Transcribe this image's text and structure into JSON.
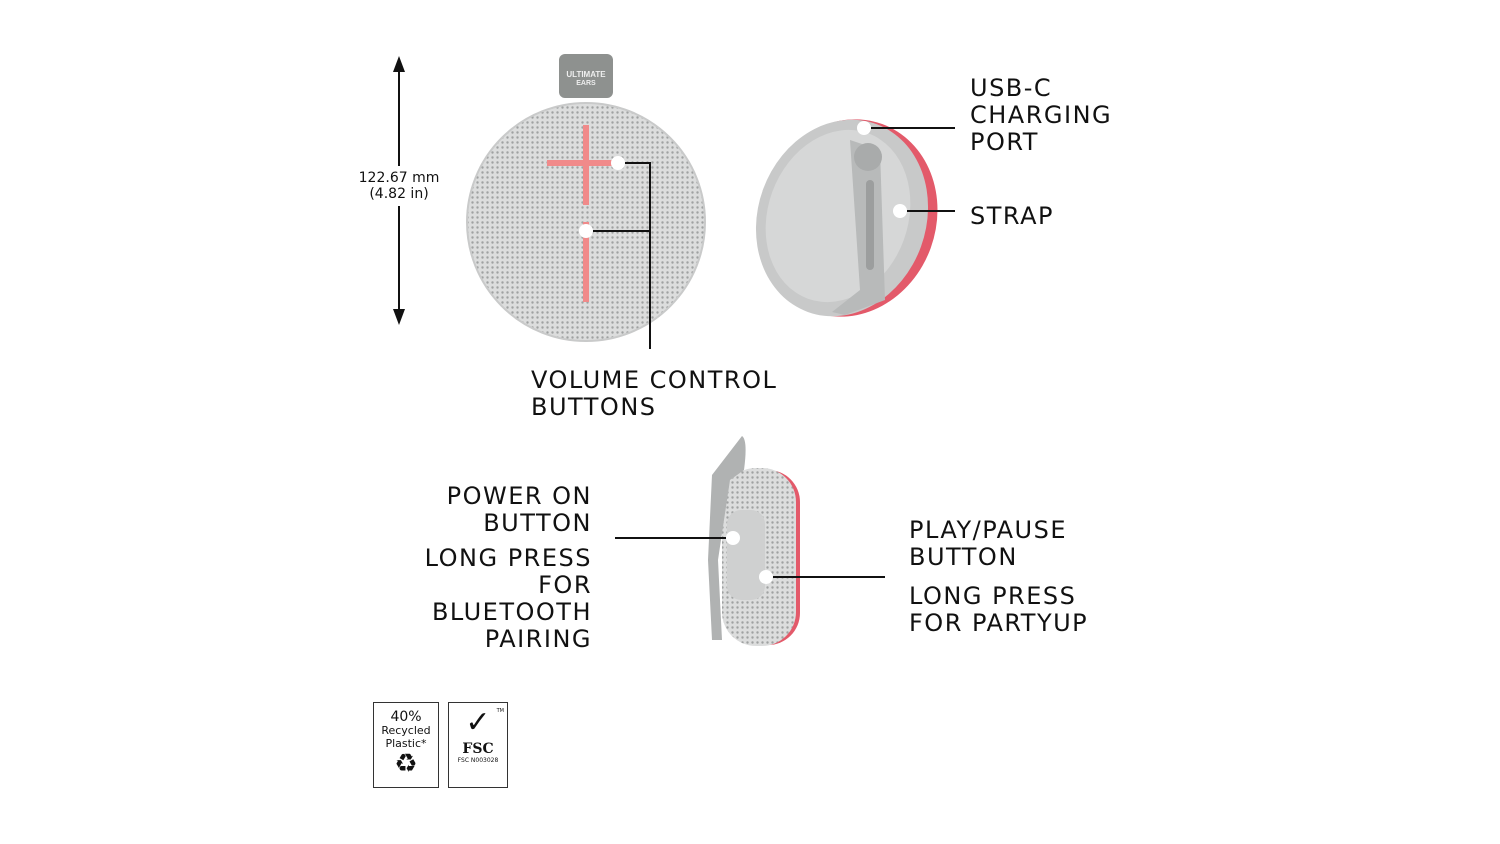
{
  "dimension": {
    "mm": "122.67 mm",
    "in": "(4.82 in)"
  },
  "speaker_brand": {
    "line1": "ULTIMATE",
    "line2": "EARS"
  },
  "labels": {
    "usb_c": "USB-C\nCHARGING\nPORT",
    "strap": "STRAP",
    "volume": "VOLUME CONTROL\nBUTTONS",
    "power": "POWER ON\nBUTTON",
    "power_long": "LONG PRESS\nFOR\nBLUETOOTH\nPAIRING",
    "play": "PLAY/PAUSE\nBUTTON",
    "play_long": "LONG PRESS\nFOR PARTYUP"
  },
  "badges": {
    "recycled": {
      "percent": "40%",
      "text": "Recycled\nPlastic*"
    },
    "fsc": {
      "title": "FSC",
      "code": "FSC N003028",
      "tm": "TM"
    }
  },
  "colors": {
    "speaker": "#d3d4d4",
    "accent": "#f08a8a",
    "tab": "#8e918f"
  }
}
